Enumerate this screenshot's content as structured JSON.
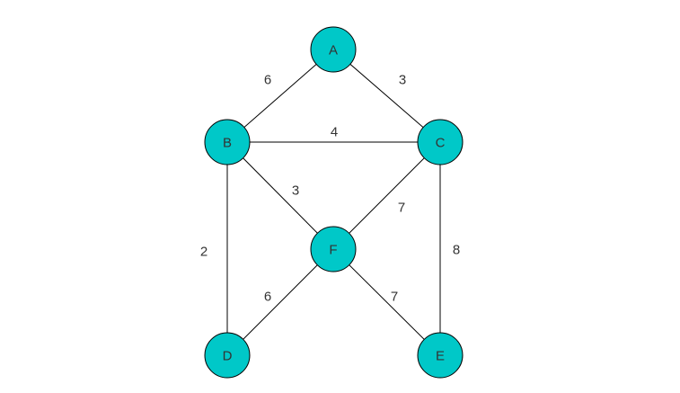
{
  "colors": {
    "node_fill": "#00c8c8",
    "node_stroke": "#000000",
    "edge_stroke": "#000000",
    "text": "#333333"
  },
  "graph": {
    "nodes": [
      {
        "id": "A",
        "label": "A"
      },
      {
        "id": "B",
        "label": "B"
      },
      {
        "id": "C",
        "label": "C"
      },
      {
        "id": "F",
        "label": "F"
      },
      {
        "id": "D",
        "label": "D"
      },
      {
        "id": "E",
        "label": "E"
      }
    ],
    "edges": [
      {
        "from": "A",
        "to": "B",
        "weight": "6"
      },
      {
        "from": "A",
        "to": "C",
        "weight": "3"
      },
      {
        "from": "B",
        "to": "C",
        "weight": "4"
      },
      {
        "from": "B",
        "to": "F",
        "weight": "3"
      },
      {
        "from": "C",
        "to": "F",
        "weight": "7"
      },
      {
        "from": "B",
        "to": "D",
        "weight": "2"
      },
      {
        "from": "C",
        "to": "E",
        "weight": "8"
      },
      {
        "from": "F",
        "to": "D",
        "weight": "6"
      },
      {
        "from": "F",
        "to": "E",
        "weight": "7"
      }
    ]
  }
}
